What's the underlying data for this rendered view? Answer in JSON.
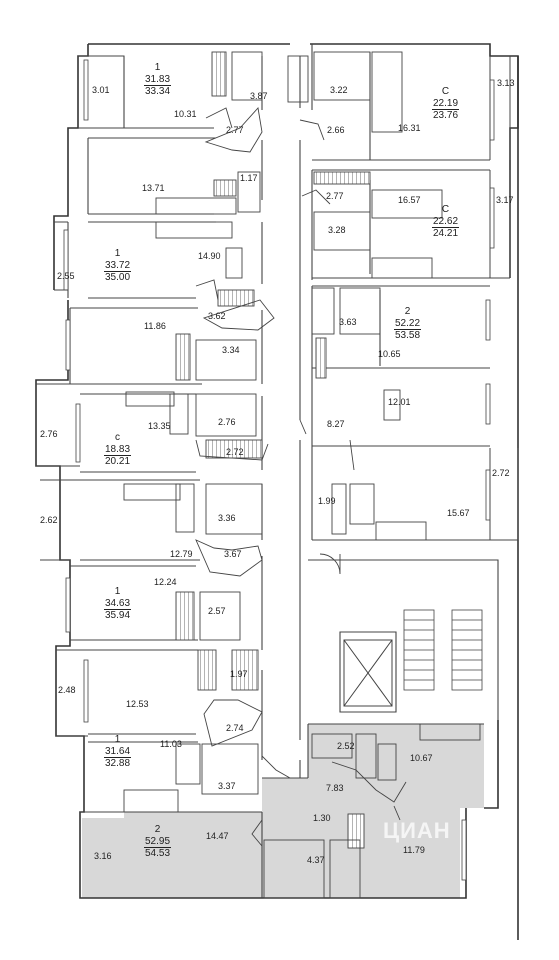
{
  "watermark": "ЦИАН",
  "apartments": [
    {
      "rooms": "1",
      "total": "31.83",
      "total_with_balcony": "33.34"
    },
    {
      "rooms": "С",
      "total": "22.19",
      "total_with_balcony": "23.76"
    },
    {
      "rooms": "С",
      "total": "22.62",
      "total_with_balcony": "24.21"
    },
    {
      "rooms": "1",
      "total": "33.72",
      "total_with_balcony": "35.00"
    },
    {
      "rooms": "2",
      "total": "52.22",
      "total_with_balcony": "53.58"
    },
    {
      "rooms": "с",
      "total": "18.83",
      "total_with_balcony": "20.21"
    },
    {
      "rooms": "1",
      "total": "34.63",
      "total_with_balcony": "35.94"
    },
    {
      "rooms": "1",
      "total": "31.64",
      "total_with_balcony": "32.88"
    },
    {
      "rooms": "2",
      "total": "52.95",
      "total_with_balcony": "54.53"
    }
  ],
  "room_areas": [
    "3.01",
    "10.31",
    "3.87",
    "2.77",
    "3.22",
    "16.31",
    "3.13",
    "2.66",
    "13.71",
    "1.17",
    "2.77",
    "16.57",
    "3.17",
    "3.28",
    "14.90",
    "2.55",
    "3.63",
    "10.65",
    "3.62",
    "11.86",
    "3.34",
    "12.01",
    "13.35",
    "2.76",
    "2.76",
    "2.72",
    "8.27",
    "2.72",
    "1.99",
    "15.67",
    "2.62",
    "3.36",
    "12.79",
    "3.67",
    "12.24",
    "2.57",
    "1.97",
    "2.48",
    "12.53",
    "2.74",
    "11.03",
    "2.52",
    "10.67",
    "3.37",
    "7.83",
    "1.30",
    "14.47",
    "3.16",
    "4.37",
    "11.79"
  ]
}
